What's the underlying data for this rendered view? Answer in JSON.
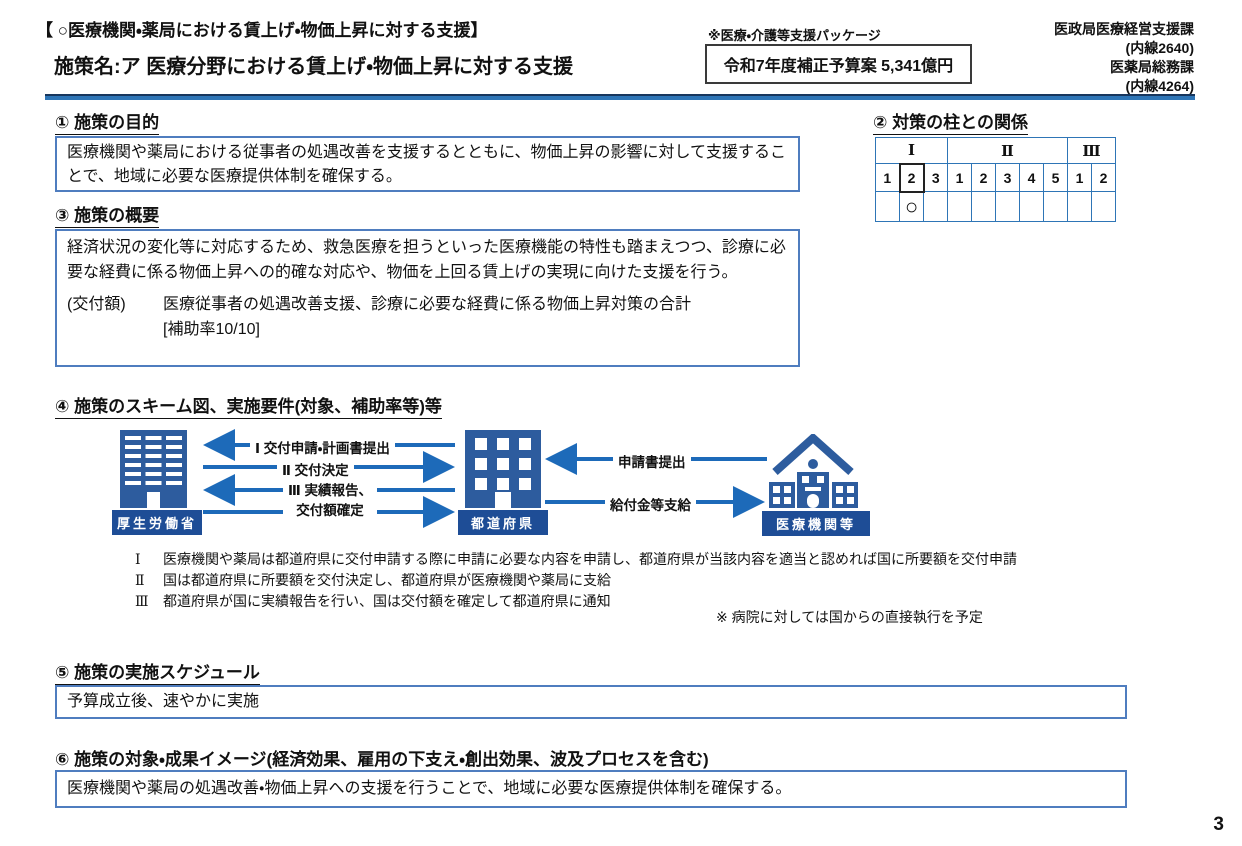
{
  "header": {
    "category_title": "【 ○医療機関・薬局における賃上げ・物価上昇に対する支援】",
    "policy_name": "施策名:ア 医療分野における賃上げ・物価上昇に対する支援",
    "package_note": "※医療・介護等支援パッケージ",
    "budget_box": "令和7年度補正予算案  5,341億円",
    "dept_lines": [
      "医政局医療経営支援課",
      "(内線2640)",
      "医薬局総務課",
      "(内線4264)"
    ]
  },
  "section1": {
    "heading": "① 施策の目的",
    "body": "医療機関や薬局における従事者の処遇改善を支援するとともに、物価上昇の影響に対して支援することで、地域に必要な医療提供体制を確保する。"
  },
  "section2": {
    "heading": "② 対策の柱との関係",
    "table": {
      "groups": [
        {
          "label": "Ⅰ",
          "cols": 3
        },
        {
          "label": "Ⅱ",
          "cols": 5
        },
        {
          "label": "Ⅲ",
          "cols": 2
        }
      ],
      "numbers": [
        "1",
        "2",
        "3",
        "1",
        "2",
        "3",
        "4",
        "5",
        "1",
        "2"
      ],
      "marked_index": 1,
      "mark": "○"
    }
  },
  "section3": {
    "heading": "③ 施策の概要",
    "body": "経済状況の変化等に対応するため、救急医療を担うといった医療機能の特性も踏まえつつ、診療に必要な経費に係る物価上昇への的確な対応や、物価を上回る賃上げの実現に向けた支援を行う。",
    "grant_label": "(交付額)",
    "grant_text": "医療従事者の処遇改善支援、診療に必要な経費に係る物価上昇対策の合計",
    "subsidy_rate": "[補助率10/10]"
  },
  "section4": {
    "heading": "④ 施策のスキーム図、実施要件(対象、補助率等)等",
    "diagram": {
      "mhlw_label": "厚生労働省",
      "pref_label": "都道府県",
      "med_label": "医療機関等",
      "arrow_apply": "Ⅰ 交付申請・計画書提出",
      "arrow_decide": "Ⅱ 交付決定",
      "arrow_report_line1": "Ⅲ 実績報告、",
      "arrow_report_line2": "交付額確定",
      "arrow_submit": "申請書提出",
      "arrow_pay": "給付金等支給"
    },
    "notes": [
      {
        "num": "Ⅰ",
        "text": "医療機関や薬局は都道府県に交付申請する際に申請に必要な内容を申請し、都道府県が当該内容を適当と認めれば国に所要額を交付申請"
      },
      {
        "num": "Ⅱ",
        "text": "国は都道府県に所要額を交付決定し、都道府県が医療機関や薬局に支給"
      },
      {
        "num": "Ⅲ",
        "text": "都道府県が国に実績報告を行い、国は交付額を確定して都道府県に通知"
      }
    ],
    "hospital_note": "※ 病院に対しては国からの直接執行を予定"
  },
  "section5": {
    "heading": "⑤ 施策の実施スケジュール",
    "body": "予算成立後、速やかに実施"
  },
  "section6": {
    "heading": "⑥ 施策の対象・成果イメージ(経済効果、雇用の下支え・創出効果、波及プロセスを含む)",
    "body": "医療機関や薬局の処遇改善・物価上昇への支援を行うことで、地域に必要な医療提供体制を確保する。"
  },
  "page": {
    "number": "3"
  },
  "colors": {
    "accent_blue": "#2e75b6",
    "building_blue": "#2d5c9e",
    "label_blue": "#1e4d96",
    "arrow_blue": "#1d6ab9",
    "box_border": "#4f7dbf"
  }
}
